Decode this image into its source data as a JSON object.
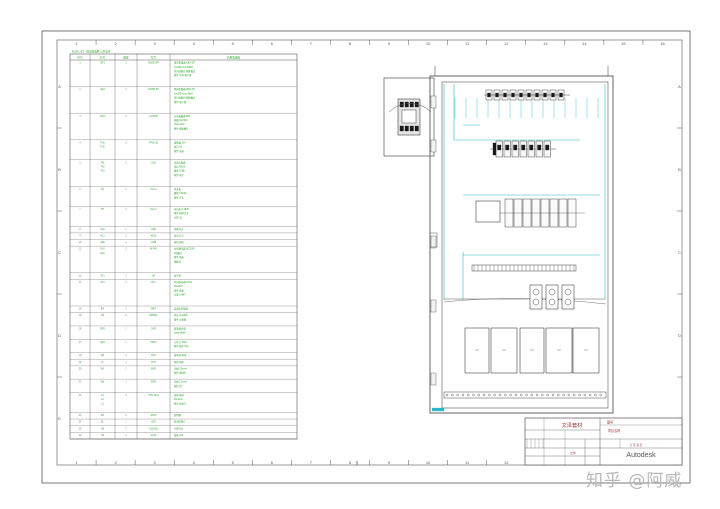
{
  "frame": {
    "col_labels": [
      "1",
      "2",
      "3",
      "4",
      "5",
      "6",
      "7",
      "8",
      "9",
      "10",
      "11",
      "12",
      "13",
      "14",
      "15",
      "16"
    ],
    "row_labels": [
      "A",
      "B",
      "C",
      "D",
      "E"
    ]
  },
  "bom": {
    "title": "BOM LIST · 低压配电柜 元件清单",
    "headers": [
      "序号",
      "代号",
      "数量",
      "型号",
      "名称及规格"
    ],
    "rows": [
      [
        "1",
        "QF1",
        "1",
        "NS630 3P",
        "塑壳断路器 630A 3P|In=630A Icu=50kA|带分励脱扣 辅助触点|附件:手柄 端子罩"
      ],
      [
        "2",
        "QF2",
        "1",
        "NS250 3P",
        "塑壳断路器 250A 3P|In=250A Icu=36kA|带分励脱扣 辅助触点|附件:端子罩"
      ],
      [
        "3",
        "KM1",
        "1",
        "LC1D95",
        "交流接触器 95A|线圈 AC220V|1NO+1NC|附件:辅助触头"
      ],
      [
        "4",
        "FU1\nFU2",
        "3",
        "RT18-32",
        "熔断器 32A|熔芯 6A|附件:底座"
      ],
      [
        "5",
        "TA1\nTA2\nTA3",
        "3",
        "LMZ",
        "电流互感器|变比 600/5|精度 0.5级|附件:端子"
      ],
      [
        "6",
        "PA",
        "1",
        "6L2-A",
        "电流表|量程 0-600A|附件:开孔"
      ],
      [
        "7",
        "PV",
        "1",
        "6L2-V",
        "电压表 0-450V|附件:转换开关|LW5-16"
      ],
      [
        "8",
        "SA1",
        "1",
        "LW5",
        "转换开关"
      ],
      [
        "9",
        "HL1",
        "3",
        "AD16",
        "指示灯 红"
      ],
      [
        "10",
        "SB1",
        "2",
        "LA38",
        "按钮 绿/红"
      ],
      [
        "11",
        "KA1\nKA2",
        "2",
        "MY4N",
        "中间继电器 AC220V|4组触点|附件:底座|插拔式"
      ],
      [
        "12",
        "XT1",
        "1",
        "UK",
        "端子排"
      ],
      [
        "13",
        "KT1",
        "1",
        "H3Y",
        "时间继电器 0-60s|AC220V|附件:底座|正泰 CHNT"
      ],
      [
        "14",
        "EH",
        "1",
        "MPT",
        "温湿度控制器"
      ],
      [
        "15",
        "FN",
        "2",
        "FK5521",
        "风扇 AC220V|附件:过滤网"
      ],
      [
        "16",
        "SPD",
        "1",
        "OVR",
        "浪涌保护器|Imax=40kA"
      ],
      [
        "17",
        "QS1",
        "1",
        "HD13",
        "刀开关 400A|附件:操作手柄"
      ],
      [
        "18",
        "PE",
        "1",
        "TMY",
        "接地排 铜排"
      ],
      [
        "19",
        "N",
        "1",
        "TMY",
        "零排 铜排"
      ],
      [
        "20",
        "W1",
        "1",
        "BVR",
        "导线 2.5mm²|颜色 黄绿红"
      ],
      [
        "21",
        "W2",
        "1",
        "BVR",
        "导线 1.5mm²|颜色 黑"
      ],
      [
        "22",
        "L1\nL2\nL3",
        "3",
        "TMY-40x4",
        "母线 铜排|40x4mm|附件:绝缘子"
      ],
      [
        "23",
        "M1",
        "1",
        "PZ30",
        "照明箱"
      ],
      [
        "24",
        "EL",
        "1",
        "LED",
        "柜内照明灯"
      ],
      [
        "25",
        "SQ",
        "1",
        "门控开关",
        "行程开关"
      ],
      [
        "26",
        "XS",
        "1",
        "AC16",
        "插座 10A"
      ]
    ]
  },
  "title_block": {
    "company": "文泽套材",
    "drawing_no_label": "图号",
    "project_label": "项目名称",
    "sheet_label": "共 张 第 张",
    "scale_label": "比例",
    "brand": "Autodesk"
  },
  "watermark": "知乎 @阿威",
  "colors": {
    "line": "#555555",
    "cad_green": "#22a322",
    "wire_cyan": "#2bb7c9",
    "detail": "#1a1a1a"
  }
}
